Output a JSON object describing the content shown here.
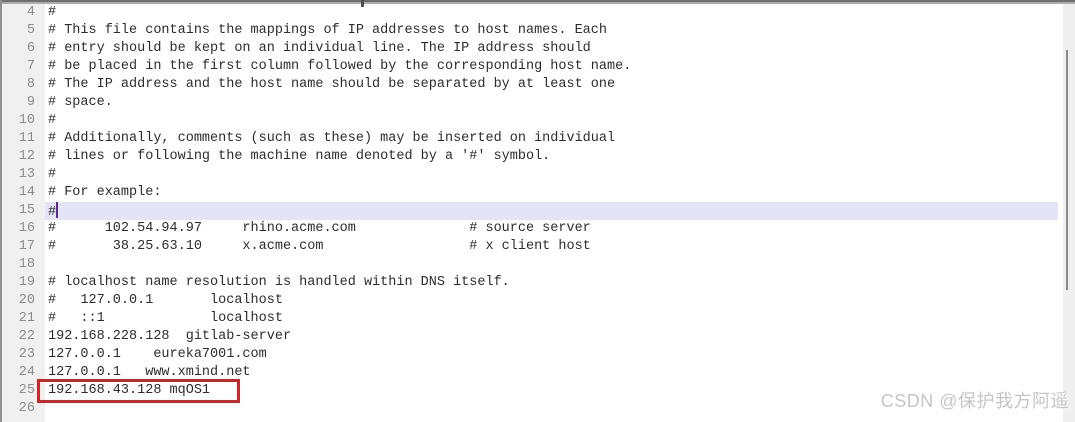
{
  "editor": {
    "cursor_line": 15,
    "annotated_line": 25,
    "lines": [
      {
        "number": 4,
        "text": "#"
      },
      {
        "number": 5,
        "text": "# This file contains the mappings of IP addresses to host names. Each"
      },
      {
        "number": 6,
        "text": "# entry should be kept on an individual line. The IP address should"
      },
      {
        "number": 7,
        "text": "# be placed in the first column followed by the corresponding host name."
      },
      {
        "number": 8,
        "text": "# The IP address and the host name should be separated by at least one"
      },
      {
        "number": 9,
        "text": "# space."
      },
      {
        "number": 10,
        "text": "#"
      },
      {
        "number": 11,
        "text": "# Additionally, comments (such as these) may be inserted on individual"
      },
      {
        "number": 12,
        "text": "# lines or following the machine name denoted by a '#' symbol."
      },
      {
        "number": 13,
        "text": "#"
      },
      {
        "number": 14,
        "text": "# For example:"
      },
      {
        "number": 15,
        "text": "#"
      },
      {
        "number": 16,
        "text": "#      102.54.94.97     rhino.acme.com              # source server"
      },
      {
        "number": 17,
        "text": "#       38.25.63.10     x.acme.com                  # x client host"
      },
      {
        "number": 18,
        "text": ""
      },
      {
        "number": 19,
        "text": "# localhost name resolution is handled within DNS itself."
      },
      {
        "number": 20,
        "text": "#   127.0.0.1       localhost"
      },
      {
        "number": 21,
        "text": "#   ::1             localhost"
      },
      {
        "number": 22,
        "text": "192.168.228.128  gitlab-server"
      },
      {
        "number": 23,
        "text": "127.0.0.1    eureka7001.com"
      },
      {
        "number": 24,
        "text": "127.0.0.1   www.xmind.net"
      },
      {
        "number": 25,
        "text": "192.168.43.128 mqOS1"
      },
      {
        "number": 26,
        "text": ""
      }
    ]
  },
  "watermark": {
    "text": "CSDN @保护我方阿遥"
  },
  "colors": {
    "current_line_highlight": "#e4e4f6",
    "cursor": "#5b2d90",
    "annotation_box": "#cd2626",
    "gutter_background": "#f0f0f0",
    "line_number": "#8c8c8c",
    "text": "#2d2d2d",
    "scrollbar_thumb": "#8a8a8a",
    "watermark": "#c6c6c6"
  }
}
